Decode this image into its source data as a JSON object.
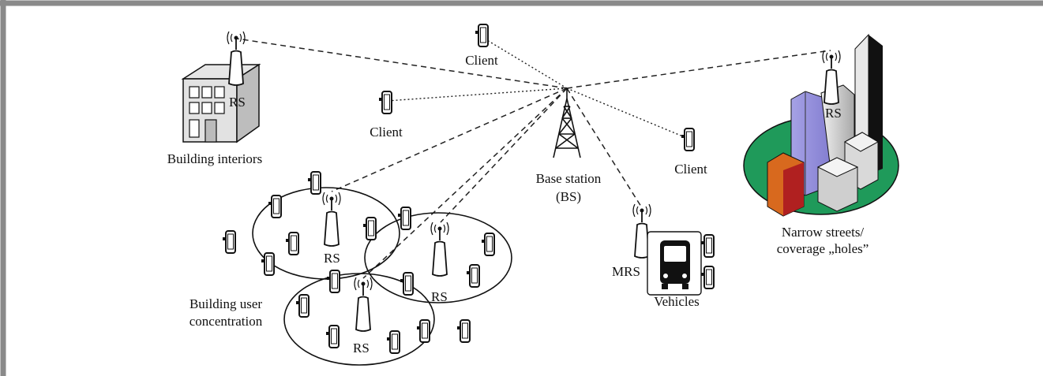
{
  "labels": {
    "client_top": "Client",
    "client_left": "Client",
    "client_right": "Client",
    "building_interiors": "Building interiors",
    "rs_building": "RS",
    "base_station_line1": "Base station",
    "base_station_line2": "(BS)",
    "rs_city": "RS",
    "narrow_line1": "Narrow streets/",
    "narrow_line2": "coverage „holes”",
    "mrs": "MRS",
    "vehicles": "Vehicles",
    "rs_cluster_top": "RS",
    "rs_cluster_right": "RS",
    "rs_cluster_bottom": "RS",
    "concentration_line1": "Building user",
    "concentration_line2": "concentration"
  },
  "colors": {
    "frame_border": "#8a8a8a",
    "ground": "#1f9a5a",
    "tower_purple": "#8c86d8",
    "tower_black": "#111111",
    "building_gray": "#c9c9c9",
    "building_orange": "#d8691e",
    "building_red": "#b02020"
  }
}
